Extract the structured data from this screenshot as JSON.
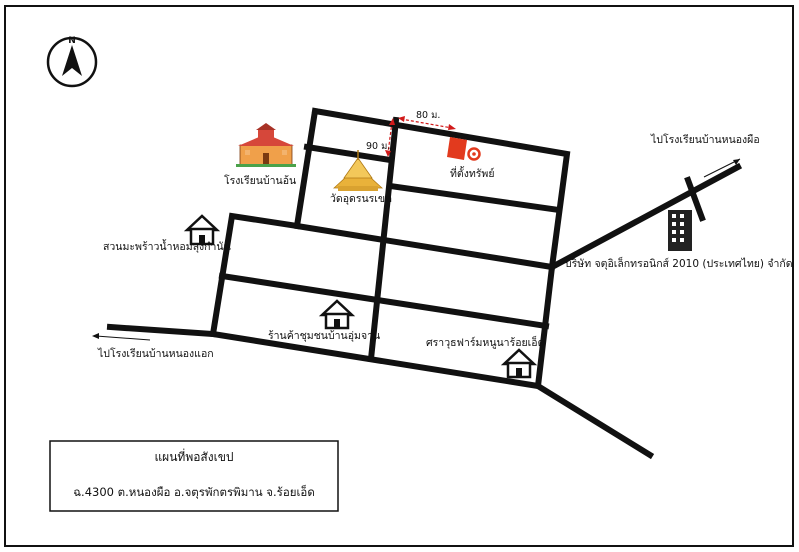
{
  "compass": {
    "north_label": "N"
  },
  "distances": {
    "horizontal": "80 ม.",
    "vertical": "90 ม."
  },
  "places": {
    "school_nearby": "โรงเรียนบ้านอ้น",
    "temple": "วัดอุดรนรเขต",
    "property": "ที่ตั้งทรัพย์",
    "garden": "สวนมะพร้าวน้ำหอมลุงกำนัน",
    "shop": "ร้านค้าชุมชนบ้านอุ่มจาน",
    "pharmacy": "ศราวุธฟาร์มหนูนาร้อยเอ็ด",
    "company": "บริษัท จตุอิเล็กทรอนิกส์ 2010 (ประเทศไทย) จำกัด",
    "to_nongmue_school": "ไปโรงเรียนบ้านหนองผือ",
    "to_nongkaek_school": "ไปโรงเรียนบ้านหนองแอก"
  },
  "legend": {
    "title": "แผนที่พอสังเขป",
    "address": "ฉ.4300 ต.หนองผือ อ.จตุรพักตรพิมาน จ.ร้อยเอ็ด"
  },
  "colors": {
    "property_marker": "#e23a1e",
    "distance_arrow": "#d11a1a",
    "school_roof": "#d6473a",
    "school_wall": "#f0a04a",
    "temple_gold": "#e9b23a"
  }
}
